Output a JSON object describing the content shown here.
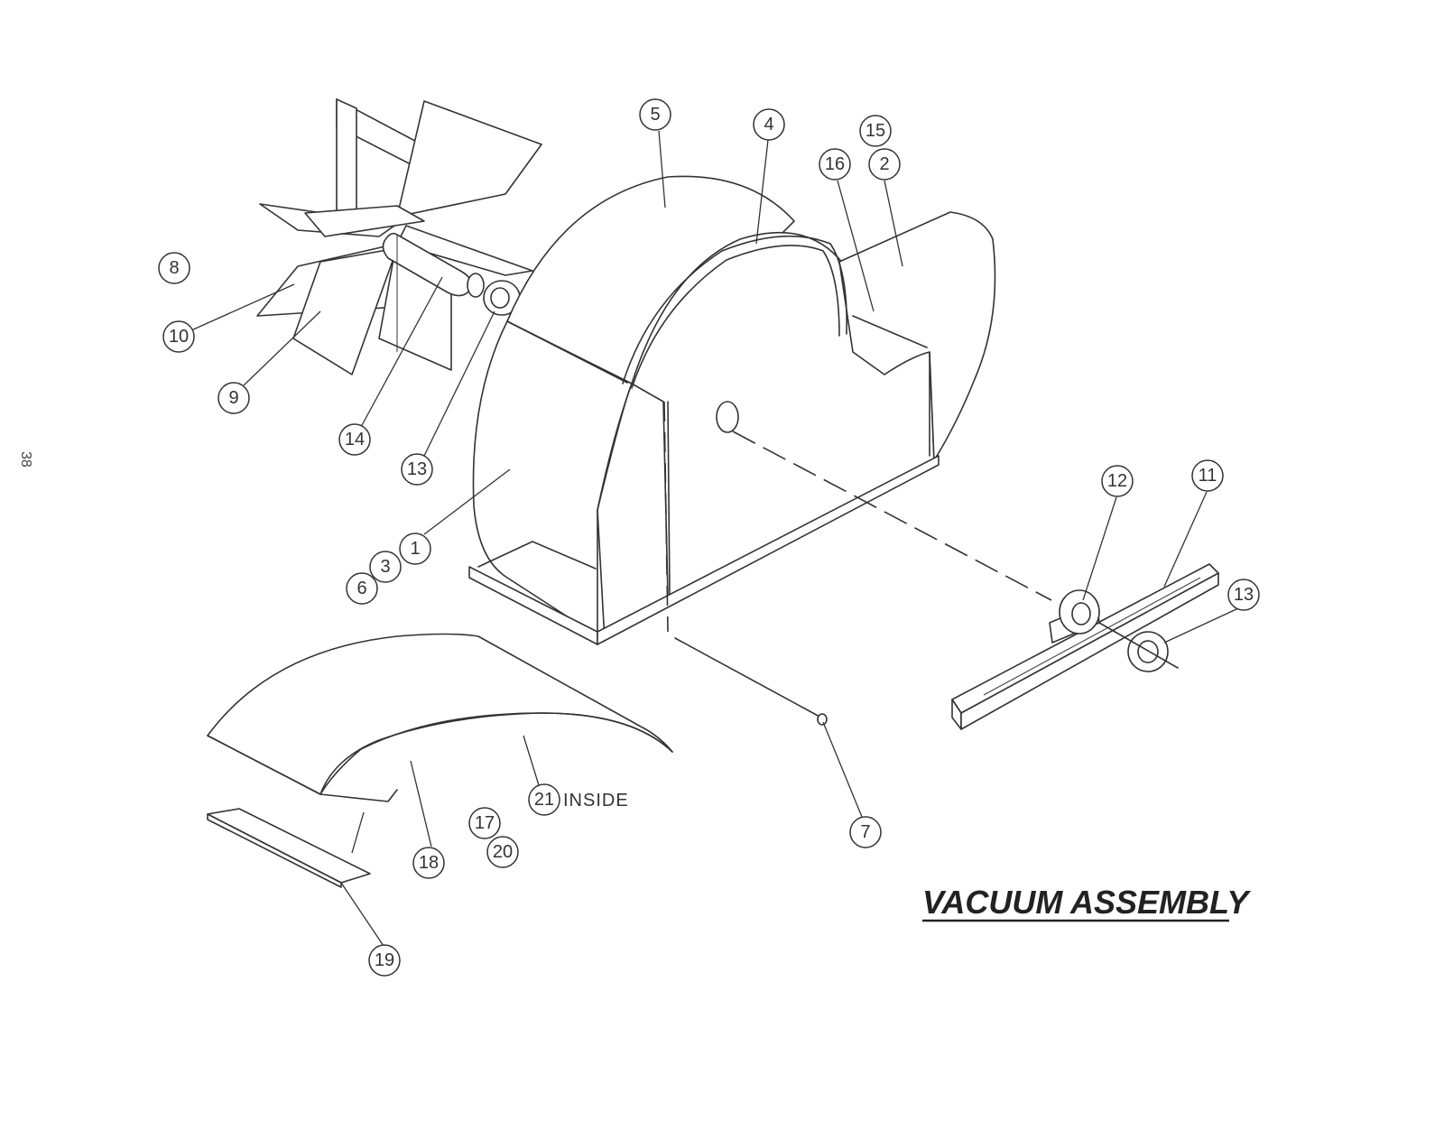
{
  "page_number": "38",
  "title": "VACUUM ASSEMBLY",
  "note_21": "INSIDE",
  "callouts": [
    "5",
    "4",
    "15",
    "16",
    "2",
    "8",
    "10",
    "9",
    "14",
    "13",
    "1",
    "3",
    "6",
    "12",
    "11",
    "13",
    "7",
    "21",
    "17",
    "20",
    "18",
    "19"
  ]
}
